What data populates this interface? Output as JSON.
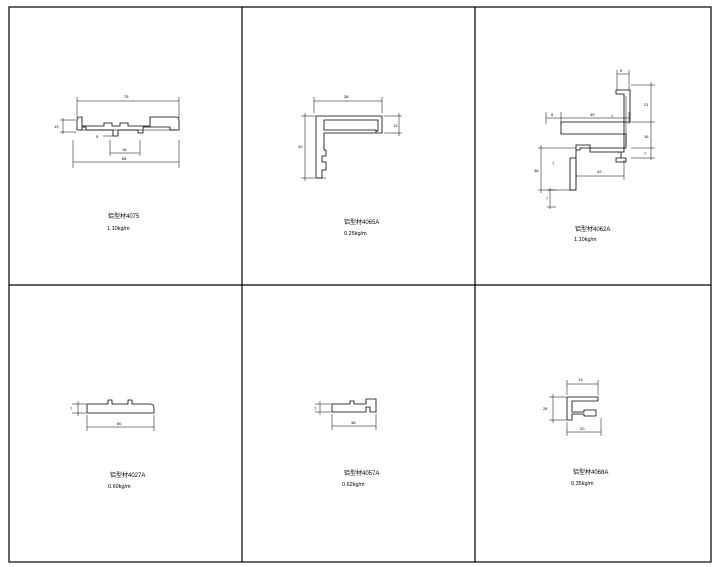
{
  "profiles": [
    {
      "name": "铝型材4075",
      "weight": "1.10kg/m",
      "dims": {
        "overall_width": "75",
        "height": "13",
        "bottom_width": "68",
        "slot": "18",
        "small": "5"
      }
    },
    {
      "name": "铝型材4065A",
      "weight": "0.25kg/m",
      "dims": {
        "top_width": "38",
        "right_height": "13",
        "left_height": "43"
      }
    },
    {
      "name": "铝型材4062A",
      "weight": "1.10kg/m",
      "dims": {
        "top_small": "5",
        "right_upper": "21",
        "right_mid": "16",
        "right_low": "7",
        "side": "7",
        "top_left": "8",
        "top_mid": "49",
        "bottom_mid": "42",
        "left_height": "38",
        "left_small": "7",
        "mid_small": "7"
      }
    },
    {
      "name": "铝型材4027A",
      "weight": "0.60kg/m",
      "dims": {
        "width": "60",
        "height": "7"
      }
    },
    {
      "name": "铝型材4057A",
      "weight": "0.62kg/m",
      "dims": {
        "width": "38",
        "height": "7"
      }
    },
    {
      "name": "铝型材4068A",
      "weight": "0.35kg/m",
      "dims": {
        "top": "13",
        "bottom": "20",
        "height": "28"
      }
    }
  ]
}
